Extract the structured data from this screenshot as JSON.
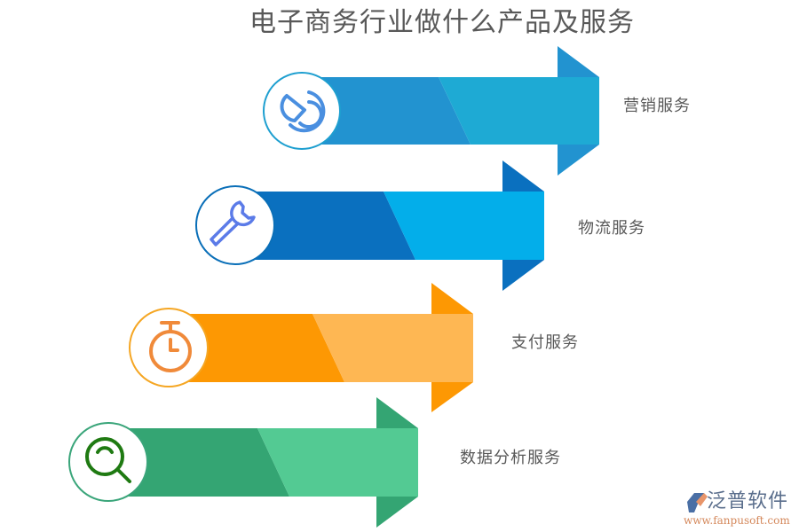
{
  "title": "电子商务行业做什么产品及服务",
  "items": [
    {
      "label": "营销服务",
      "icon": "pie-chart-icon",
      "colors": {
        "dark": "#2293d0",
        "light": "#1eaad4",
        "ring": "#1e9fd0",
        "icon": "#4a8fe0"
      }
    },
    {
      "label": "物流服务",
      "icon": "wrench-icon",
      "colors": {
        "dark": "#0a70bf",
        "light": "#03aeea",
        "ring": "#0a6fb8",
        "icon": "#5b7be8"
      }
    },
    {
      "label": "支付服务",
      "icon": "stopwatch-icon",
      "colors": {
        "dark": "#fd9803",
        "light": "#feb753",
        "ring": "#f5a623",
        "icon": "#f08a3a"
      }
    },
    {
      "label": "数据分析服务",
      "icon": "search-icon",
      "colors": {
        "dark": "#34a573",
        "light": "#53ca93",
        "ring": "#3aa57a",
        "icon": "#1f7a12"
      }
    }
  ],
  "logo": {
    "name": "泛普软件",
    "url": "www.fanpusoft.com",
    "colors": {
      "blue": "#4a6fa5",
      "orange": "#e8956a"
    }
  }
}
